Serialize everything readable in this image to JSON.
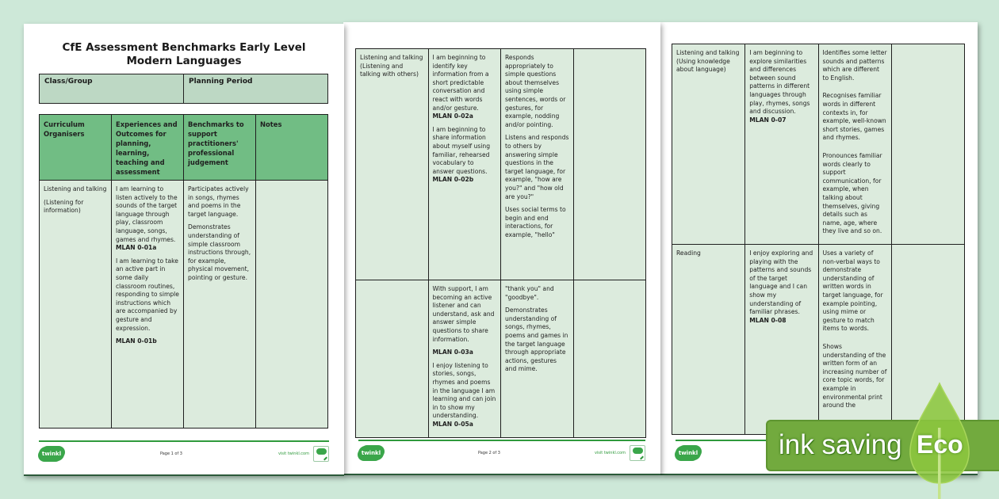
{
  "colors": {
    "background": "#cde8d8",
    "header_green": "#71bd84",
    "cell_green": "#dcebdd",
    "class_box": "#bdd8c4",
    "brand_green": "#3aa64a",
    "eco_green": "#72aa3e"
  },
  "page1": {
    "title": "CfE Assessment Benchmarks Early Level Modern Languages",
    "class_group_label": "Class/Group",
    "planning_period_label": "Planning Period",
    "headers": [
      "Curriculum Organisers",
      "Experiences and Outcomes for planning, learning, teaching and assessment",
      "Benchmarks to support practitioners' professional judgement",
      "Notes"
    ],
    "row1": {
      "organiser": "Listening and talking",
      "organiser_sub": "(Listening for information)",
      "exp1": "I am learning to listen actively to the sounds of the target language through play, classroom language, songs, games and rhymes.",
      "code1": "MLAN 0-01a",
      "exp2": "I am learning to take an active part in some daily classroom routines, responding to simple instructions which are accompanied by gesture and expression.",
      "code2": "MLAN 0-01b",
      "bench1": "Participates actively in songs, rhymes and poems in the target language.",
      "bench2": "Demonstrates understanding of simple classroom instructions through, for example, physical movement, pointing or gesture.",
      "notes": ""
    },
    "footer": {
      "logo": "twinkl",
      "page": "Page 1 of 3",
      "visit": "visit twinkl.com"
    }
  },
  "page2": {
    "row1": {
      "organiser": "Listening and talking (Listening and talking with others)",
      "exp1": "I am beginning to identify key information from a short predictable conversation and react with words and/or gesture.",
      "code1": "MLAN 0-02a",
      "exp2": "I am beginning to share information about myself using familiar, rehearsed vocabulary to answer questions.",
      "code2": "MLAN 0-02b",
      "bench1": "Responds appropriately to simple questions about themselves using simple sentences, words or gestures, for example, nodding and/or pointing.",
      "bench2": "Listens and responds to others by answering simple questions in the target language, for example, \"how are you?\" and \"how old are you?\"",
      "bench3": "Uses social terms to begin and end interactions, for example, \"hello\"",
      "notes": ""
    },
    "row2": {
      "organiser": "",
      "exp1": "With support, I am becoming an active listener and can understand, ask and answer simple questions to share information.",
      "code1": "MLAN 0-03a",
      "exp2": "I enjoy listening to stories, songs, rhymes and poems in the language I am learning and can join in to show my understanding.",
      "code2": "MLAN 0-05a",
      "bench1": "\"thank you\" and \"goodbye\".",
      "bench2": "Demonstrates understanding of songs, rhymes, poems and games in the target language through appropriate actions, gestures and mime.",
      "notes": ""
    },
    "footer": {
      "logo": "twinkl",
      "page": "Page 2 of 3",
      "visit": "visit twinkl.com"
    }
  },
  "page3": {
    "row1": {
      "organiser": "Listening and talking (Using knowledge about language)",
      "exp1": "I am beginning to explore similarities and differences between sound patterns in different languages through play, rhymes, songs and discussion.",
      "code1": "MLAN 0-07",
      "bench1": "Identifies some letter sounds and patterns which are different to English.",
      "bench2": "Recognises familiar words in different contexts in, for example, well-known short stories, games and rhymes.",
      "bench3": "Pronounces familiar words clearly to support communication, for example, when talking about themselves, giving details such as name, age, where they live and so on.",
      "notes": ""
    },
    "row2": {
      "organiser": "Reading",
      "exp1": "I enjoy exploring and playing with the patterns and sounds of the target language and I can show my understanding of familiar phrases.",
      "code1": "MLAN 0-08",
      "bench1": "Uses a variety of non-verbal ways to demonstrate understanding of written words in target language, for example pointing, using mime or gesture to match items to words.",
      "bench2": "Shows understanding of the written form of an increasing number of core topic words, for example in environmental print around the",
      "notes": ""
    },
    "footer": {
      "logo": "twinkl"
    }
  },
  "eco_banner": {
    "text": "ink saving",
    "badge": "Eco",
    "icon": "leaf-icon"
  }
}
